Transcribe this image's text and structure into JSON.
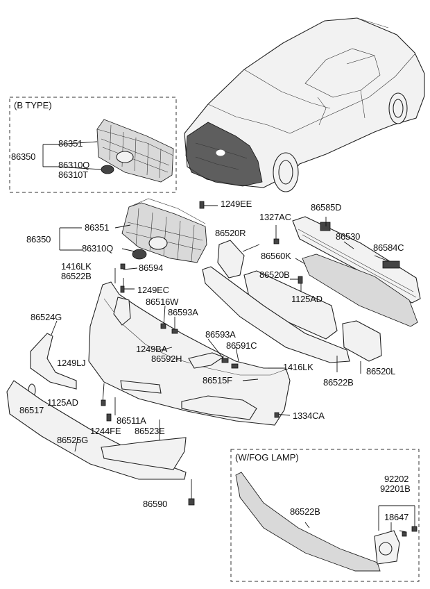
{
  "diagram": {
    "boxes": {
      "b_type": "(B TYPE)",
      "fog_lamp": "(W/FOG LAMP)"
    },
    "labels": {
      "b_86351": "86351",
      "b_86350": "86350",
      "b_86310q": "86310Q",
      "b_86310t": "86310T",
      "l_1249ee": "1249EE",
      "l_86351": "86351",
      "l_86350": "86350",
      "l_86310q": "86310Q",
      "l_1416lk_a": "1416LK",
      "l_86522b_a": "86522B",
      "l_86594": "86594",
      "l_1249ec": "1249EC",
      "l_86516w": "86516W",
      "l_86593a_a": "86593A",
      "l_86524g": "86524G",
      "l_1249ba": "1249BA",
      "l_86592h": "86592H",
      "l_86593a_b": "86593A",
      "l_86591c": "86591C",
      "l_1249lj": "1249LJ",
      "l_1416lk_b": "1416LK",
      "l_86515f": "86515F",
      "l_86522b_b": "86522B",
      "l_1125ad_a": "1125AD",
      "l_86517": "86517",
      "l_86511a": "86511A",
      "l_1334ca": "1334CA",
      "l_1244fe": "1244FE",
      "l_86523e": "86523E",
      "l_86525g": "86525G",
      "l_86590": "86590",
      "l_1327ac": "1327AC",
      "l_86585d": "86585D",
      "l_86520r": "86520R",
      "l_86530": "86530",
      "l_86560k": "86560K",
      "l_86584c": "86584C",
      "l_86520b": "86520B",
      "l_1125ad_b": "1125AD",
      "l_86520l": "86520L",
      "f_92202": "92202",
      "f_92201b": "92201B",
      "f_18647": "18647",
      "f_86522b": "86522B"
    }
  }
}
